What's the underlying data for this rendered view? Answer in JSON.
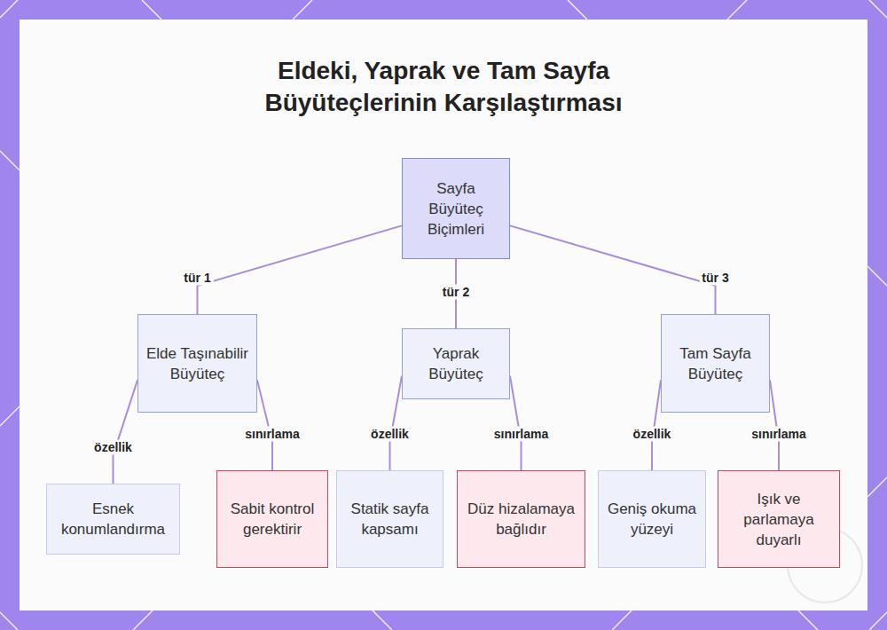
{
  "diagram": {
    "title": "Eldeki, Yaprak ve Tam Sayfa Büyüteçlerinin Karşılaştırması",
    "nodes": [
      {
        "text": [
          "Sayfa Büyüteç Biçimleri"
        ]
      },
      {
        "text": [
          "Elde Taşınabilir Büyüteç"
        ]
      },
      {
        "text": [
          "Yaprak Büyüteç"
        ]
      },
      {
        "text": [
          "Tam Sayfa Büyüteç"
        ]
      },
      {
        "text": [
          "Esnek konumlandırma"
        ]
      },
      {
        "text": [
          "Sabit kontrol gerektirir"
        ]
      },
      {
        "text": [
          "Statik sayfa kapsamı"
        ]
      },
      {
        "text": [
          "Düz hizalamaya bağlıdır"
        ]
      },
      {
        "text": [
          "Geniş okuma yüzeyi"
        ]
      },
      {
        "text": [
          "Işık ve parlamaya duyarlı"
        ]
      }
    ],
    "edges": [
      {
        "from": 0,
        "to": 1,
        "label": "tür 1",
        "arrow": "none"
      },
      {
        "from": 0,
        "to": 2,
        "label": "tür 2",
        "arrow": "none"
      },
      {
        "from": 0,
        "to": 3,
        "label": "tür 3",
        "arrow": "none"
      },
      {
        "from": 1,
        "to": 4,
        "label": "özellik",
        "arrow": "none"
      },
      {
        "from": 1,
        "to": 5,
        "label": "sınırlama",
        "arrow": "none"
      },
      {
        "from": 2,
        "to": 6,
        "label": "özellik",
        "arrow": "none"
      },
      {
        "from": 2,
        "to": 7,
        "label": "sınırlama",
        "arrow": "none"
      },
      {
        "from": 3,
        "to": 8,
        "label": "özellik",
        "arrow": "none"
      },
      {
        "from": 3,
        "to": 9,
        "label": "sınırlama",
        "arrow": "none"
      }
    ]
  }
}
